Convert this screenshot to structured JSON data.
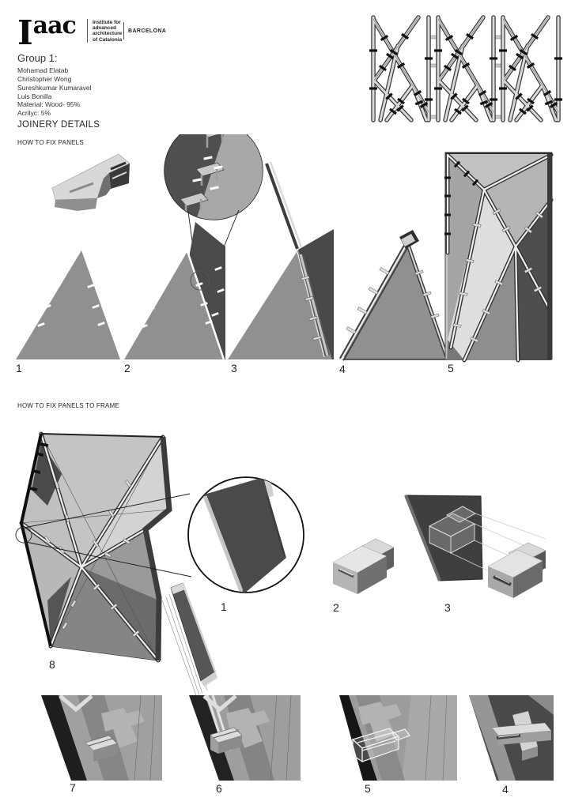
{
  "header": {
    "logo_i": "I",
    "logo_aac": "aac",
    "institute": "Institute for\nadvanced\narchitecture\nof Catalonia",
    "city": "BARCELONA"
  },
  "info": {
    "group_title": "Group 1:",
    "members": [
      "Mohamad Elatab",
      "Christopher Wong",
      "Sureshkumar Kumaravel",
      "Luis Bonilla"
    ],
    "material": "Material: Wood- 95%",
    "acrylic": "Acrilyc: 5%"
  },
  "titles": {
    "main": "JOINERY DETAILS",
    "section1": "HOW TO FIX PANELS",
    "section2": "HOW TO FIX PANELS TO FRAME"
  },
  "labels": {
    "row1": [
      "1",
      "2",
      "3",
      "4",
      "5"
    ],
    "row2_panel": "8",
    "row2": [
      "1",
      "2",
      "3"
    ],
    "row3": [
      "7",
      "6",
      "5",
      "4"
    ]
  },
  "colors": {
    "panel_gray": "#909090",
    "dark_gray": "#4a4a4a",
    "light_gray": "#d9d9d9",
    "line_black": "#1a1a1a",
    "background": "#ffffff"
  }
}
